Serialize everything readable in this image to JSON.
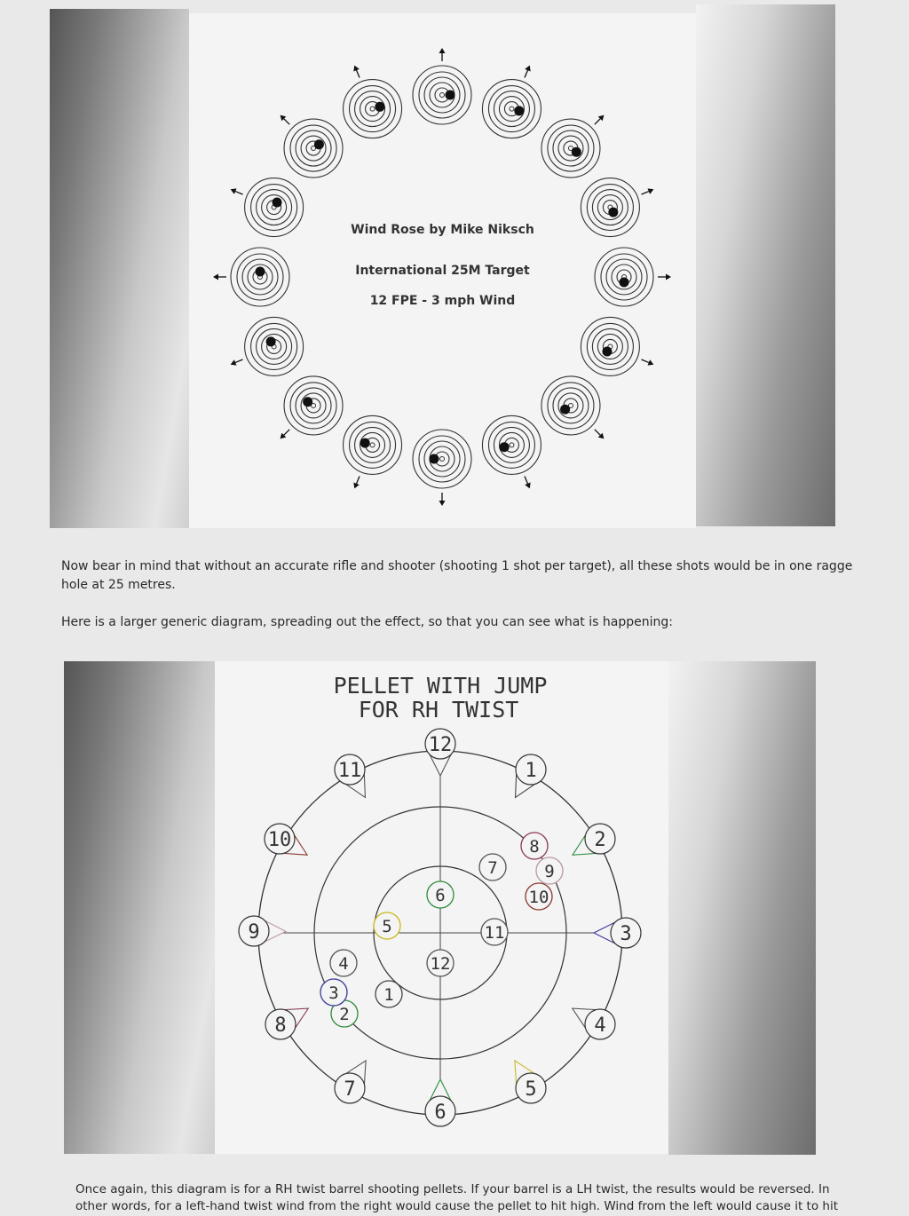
{
  "wind_rose": {
    "title": "Wind Rose by Mike Niksch",
    "subtitle": "International 25M Target",
    "conditions": "12 FPE - 3 mph Wind"
  },
  "text": {
    "para1_line1": "Now bear in mind that without an accurate rifle and shooter (shooting 1 shot per target), all these shots would be in one ragge",
    "para1_line2": "hole at 25 metres.",
    "para2": "Here is a larger generic diagram, spreading out the effect, so that you can see what is happening:",
    "para3_line1": "Once again, this diagram is for a RH twist barrel shooting pellets. If your barrel is a LH twist, the results would be reversed. In",
    "para3_line2": "other words, for a left-hand twist wind from the right would cause the pellet to hit high. Wind from the left would cause it to hit"
  },
  "jump_diagram": {
    "title_line1": "PELLET WITH JUMP",
    "title_line2": "FOR RH TWIST",
    "clock_labels": [
      "12",
      "1",
      "2",
      "3",
      "4",
      "5",
      "6",
      "7",
      "8",
      "9",
      "10",
      "11"
    ],
    "impact_labels": [
      "12",
      "1",
      "2",
      "3",
      "4",
      "5",
      "6",
      "7",
      "8",
      "9",
      "10",
      "11"
    ],
    "colors": {
      "1": "#444444",
      "2": "#2e8b3e",
      "3": "#3a3a9a",
      "4": "#555555",
      "5": "#c9b81e",
      "6": "#2e8b3e",
      "7": "#555555",
      "8": "#8a3a5a",
      "9": "#b89aa8",
      "10": "#8a3a2e",
      "11": "#555555",
      "12": "#555555"
    }
  }
}
